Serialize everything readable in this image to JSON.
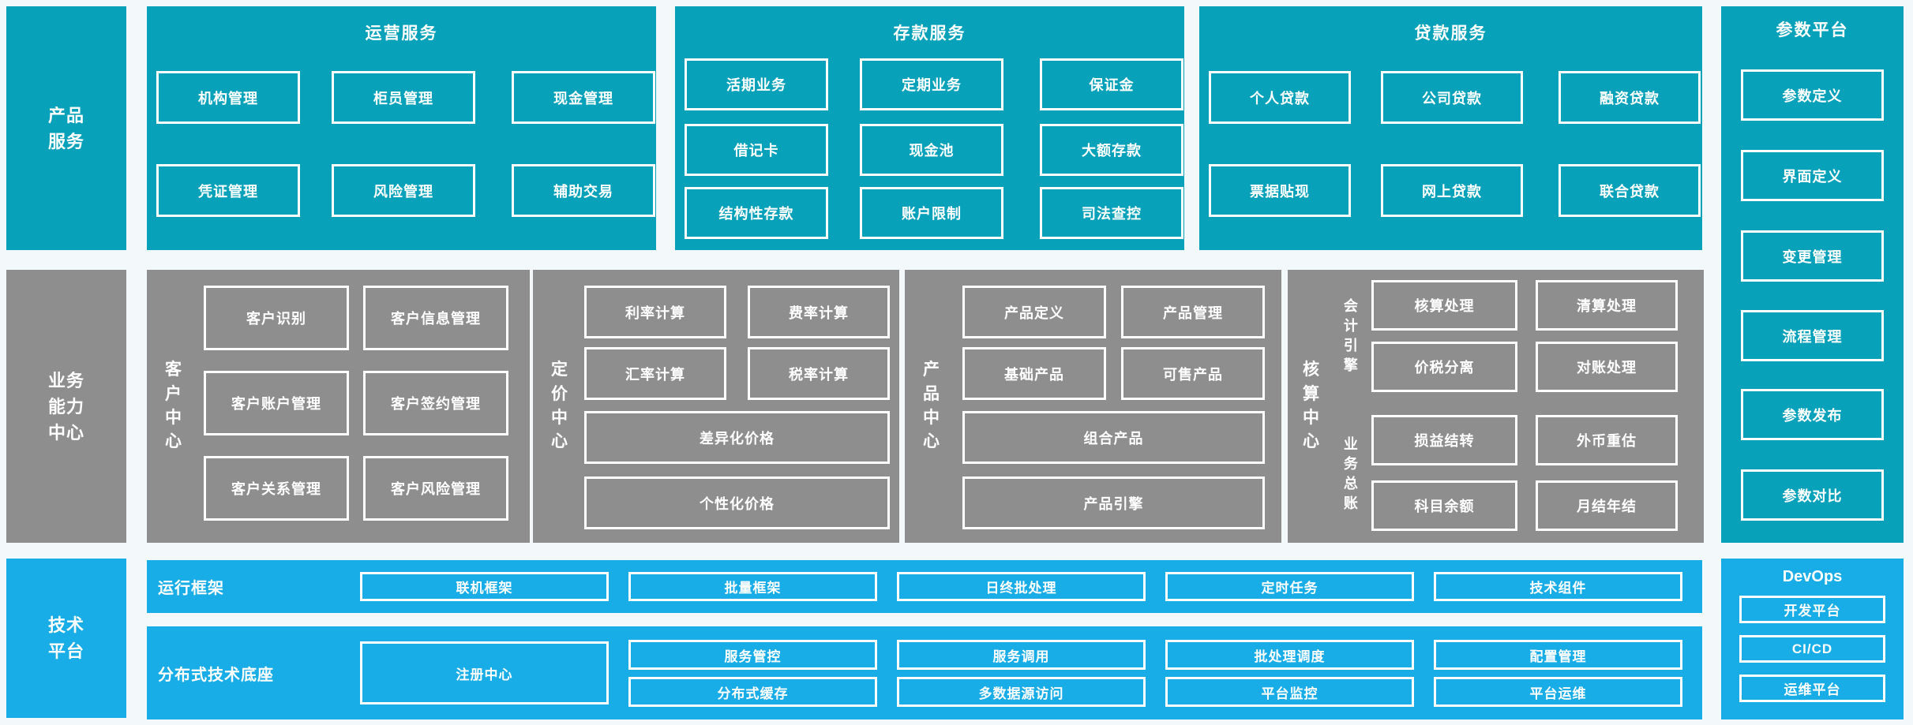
{
  "rails": {
    "product": {
      "label": "产品服务"
    },
    "capability": {
      "label": "业务能力中心"
    },
    "tech": {
      "label": "技术平台"
    }
  },
  "sections": {
    "operations": {
      "title": "运营服务",
      "boxes": [
        "机构管理",
        "柜员管理",
        "现金管理",
        "凭证管理",
        "风险管理",
        "辅助交易"
      ]
    },
    "deposit": {
      "title": "存款服务",
      "boxes": [
        "活期业务",
        "定期业务",
        "保证金",
        "借记卡",
        "现金池",
        "大额存款",
        "结构性存款",
        "账户限制",
        "司法查控"
      ]
    },
    "loan": {
      "title": "贷款服务",
      "boxes": [
        "个人贷款",
        "公司贷款",
        "融资贷款",
        "票据贴现",
        "网上贷款",
        "联合贷款"
      ]
    },
    "parameter": {
      "title": "参数平台",
      "boxes": [
        "参数定义",
        "界面定义",
        "变更管理",
        "流程管理",
        "参数发布",
        "参数对比"
      ]
    },
    "customer": {
      "label": "客户中心",
      "boxes": [
        "客户识别",
        "客户信息管理",
        "客户账户管理",
        "客户签约管理",
        "客户关系管理",
        "客户风险管理"
      ]
    },
    "pricing": {
      "label": "定价中心",
      "boxes": [
        "利率计算",
        "费率计算",
        "汇率计算",
        "税率计算"
      ],
      "wide_boxes": [
        "差异化价格",
        "个性化价格"
      ]
    },
    "product_center": {
      "label": "产品中心",
      "boxes": [
        "产品定义",
        "产品管理",
        "基础产品",
        "可售产品"
      ],
      "wide_boxes": [
        "组合产品",
        "产品引擎"
      ]
    },
    "accounting": {
      "label": "核算中心",
      "groups": [
        {
          "label": "会计引擎",
          "boxes": [
            "核算处理",
            "清算处理",
            "价税分离",
            "对账处理"
          ]
        },
        {
          "label": "业务总账",
          "boxes": [
            "损益结转",
            "外币重估",
            "科目余额",
            "月结年结"
          ]
        }
      ]
    },
    "runtime": {
      "label": "运行框架",
      "boxes": [
        "联机框架",
        "批量框架",
        "日终批处理",
        "定时任务",
        "技术组件"
      ]
    },
    "distributed": {
      "label": "分布式技术底座",
      "registry": "注册中心",
      "boxes": [
        "服务管控",
        "服务调用",
        "批处理调度",
        "配置管理",
        "分布式缓存",
        "多数据源访问",
        "平台监控",
        "平台运维"
      ]
    },
    "devops": {
      "title": "DevOps",
      "boxes": [
        "开发平台",
        "CI/CD",
        "运维平台"
      ]
    }
  },
  "colors": {
    "teal": "#07A2BA",
    "gray": "#8E8E8E",
    "blue": "#18ADE6",
    "background": "#F3F9FB",
    "box_border": "#FFFFFF",
    "text": "#FFFFFF"
  }
}
